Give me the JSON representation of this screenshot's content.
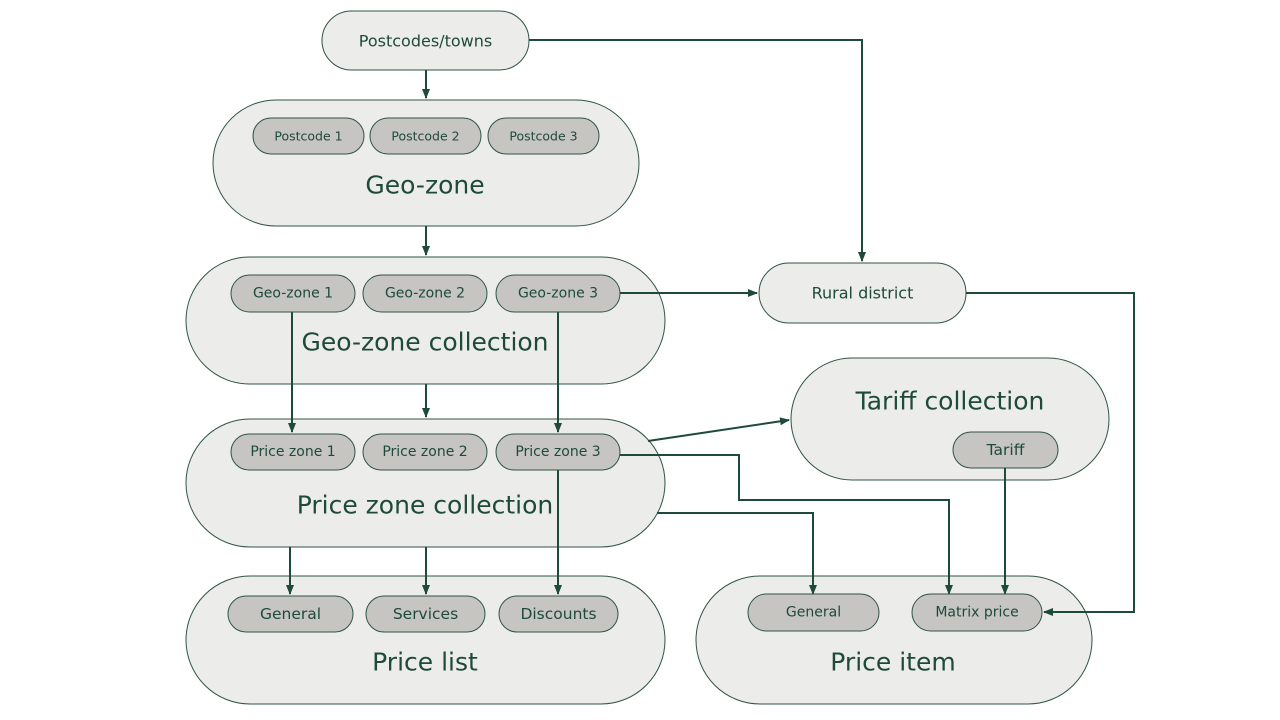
{
  "diagram": {
    "colors": {
      "line": "#1e4a3c",
      "container_fill": "#ececea",
      "chip_fill": "#c6c5c2",
      "text": "#1e4a3c"
    },
    "nodes": {
      "postcodes_towns": "Postcodes/towns",
      "rural_district": "Rural district"
    },
    "geo_zone": {
      "title": "Geo-zone",
      "items": [
        "Postcode 1",
        "Postcode 2",
        "Postcode 3"
      ]
    },
    "geo_zone_collection": {
      "title": "Geo-zone collection",
      "items": [
        "Geo-zone 1",
        "Geo-zone 2",
        "Geo-zone 3"
      ]
    },
    "price_zone_collection": {
      "title": "Price zone collection",
      "items": [
        "Price zone 1",
        "Price zone 2",
        "Price zone 3"
      ]
    },
    "tariff_collection": {
      "title": "Tariff collection",
      "items": [
        "Tariff"
      ]
    },
    "price_list": {
      "title": "Price list",
      "items": [
        "General",
        "Services",
        "Discounts"
      ]
    },
    "price_item": {
      "title": "Price item",
      "items": [
        "General",
        "Matrix price"
      ]
    },
    "edges": [
      {
        "from": "Postcodes/towns",
        "to": "Geo-zone"
      },
      {
        "from": "Postcodes/towns",
        "to": "Rural district"
      },
      {
        "from": "Geo-zone",
        "to": "Geo-zone collection"
      },
      {
        "from": "Geo-zone 3",
        "to": "Rural district"
      },
      {
        "from": "Geo-zone 1",
        "to": "Price zone 1"
      },
      {
        "from": "Geo-zone 3",
        "to": "Price zone 3"
      },
      {
        "from": "Geo-zone collection",
        "to": "Price zone collection"
      },
      {
        "from": "Price zone collection",
        "to": "Tariff collection"
      },
      {
        "from": "Price zone 3",
        "to": "Matrix price"
      },
      {
        "from": "Price zone collection",
        "to": "Price item General"
      },
      {
        "from": "Tariff",
        "to": "Matrix price"
      },
      {
        "from": "Rural district",
        "to": "Matrix price"
      },
      {
        "from": "Price zone collection",
        "to": "Price list General"
      },
      {
        "from": "Price zone collection",
        "to": "Services"
      },
      {
        "from": "Price zone 3",
        "to": "Discounts"
      }
    ]
  }
}
